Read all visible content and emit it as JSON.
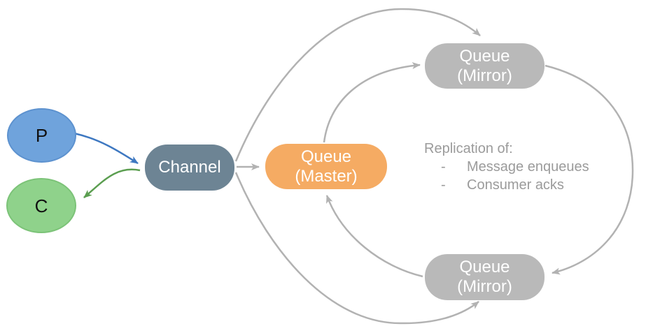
{
  "diagram": {
    "producer": {
      "label": "P"
    },
    "consumer": {
      "label": "C"
    },
    "channel": {
      "label": "Channel"
    },
    "queue_master": {
      "line1": "Queue",
      "line2": "(Master)"
    },
    "queue_mirror_top": {
      "line1": "Queue",
      "line2": "(Mirror)"
    },
    "queue_mirror_bottom": {
      "line1": "Queue",
      "line2": "(Mirror)"
    },
    "replication_note": {
      "title": "Replication of:",
      "bullet": "-",
      "items": [
        "Message enqueues",
        "Consumer acks"
      ]
    },
    "colors": {
      "producer_fill": "#6fa3dc",
      "consumer_fill": "#8fd28b",
      "channel_fill": "#6d8494",
      "master_fill": "#f5ab63",
      "mirror_fill": "#b9b9b9",
      "arrow_gray": "#b2b2b2",
      "arrow_blue": "#3e78c1",
      "arrow_green": "#5b9e50",
      "note_text": "#9b9b9b"
    }
  }
}
